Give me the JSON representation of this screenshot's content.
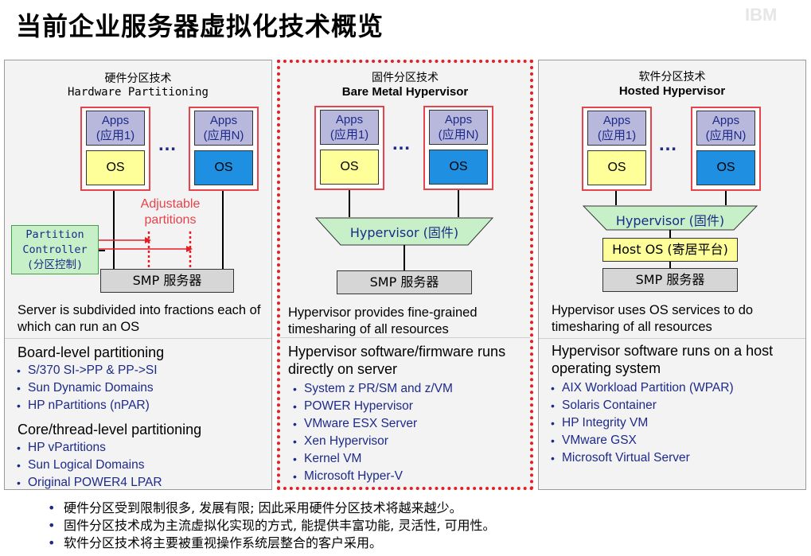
{
  "page_title": "当前企业服务器虚拟化技术概览",
  "watermark": "IBM",
  "vm": {
    "apps_line1": "Apps",
    "apps_line2_1": "(应用1)",
    "apps_line2_n": "(应用N)",
    "os_label": "OS",
    "ellipsis": "…"
  },
  "panels": {
    "hardware": {
      "title_cn": "硬件分区技术",
      "title_en": "Hardware Partitioning",
      "adjustable": "Adjustable partitions",
      "controller_l1": "Partition",
      "controller_l2": "Controller",
      "controller_l3": "(分区控制)",
      "smp": "SMP 服务器",
      "desc": "Server is subdivided into fractions each of which can run an OS",
      "heading1": "Board-level partitioning",
      "items1": [
        "S/370 SI->PP & PP->SI",
        "Sun Dynamic Domains",
        "HP nPartitions (nPAR)"
      ],
      "heading2": "Core/thread-level partitioning",
      "items2": [
        "HP vPartitions",
        "Sun Logical Domains",
        "Original POWER4 LPAR"
      ]
    },
    "firmware": {
      "title_cn": "固件分区技术",
      "title_en": "Bare Metal Hypervisor",
      "hypervisor": "Hypervisor (固件)",
      "smp": "SMP 服务器",
      "desc": "Hypervisor provides fine-grained timesharing of all resources",
      "heading": "Hypervisor software/firmware runs directly on server",
      "items": [
        "System z PR/SM and z/VM",
        "POWER Hypervisor",
        "VMware ESX Server",
        "Xen Hypervisor",
        "Kernel VM",
        "Microsoft Hyper-V"
      ]
    },
    "software": {
      "title_cn": "软件分区技术",
      "title_en": "Hosted Hypervisor",
      "hypervisor": "Hypervisor (固件)",
      "host_os": "Host OS (寄居平台)",
      "smp": "SMP 服务器",
      "desc": "Hypervisor uses OS services to do timesharing of all resources",
      "heading": "Hypervisor software runs on a host operating system",
      "items": [
        "AIX Workload Partition (WPAR)",
        "Solaris Container",
        "HP Integrity VM",
        "VMware GSX",
        "Microsoft Virtual Server"
      ]
    }
  },
  "notes": [
    "硬件分区受到限制很多, 发展有限; 因此采用硬件分区技术将越来越少。",
    "固件分区技术成为主流虚拟化实现的方式, 能提供丰富功能, 灵活性, 可用性。",
    "软件分区技术将主要被重视操作系统层整合的客户采用。"
  ],
  "colors": {
    "apps_fill": "#b7b8dc",
    "os_yellow": "#ffff99",
    "os_blue": "#1e8fe1",
    "hypervisor_green": "#c8f0c8",
    "accent_red": "#e31e24",
    "text_blue": "#1e2a8a"
  }
}
